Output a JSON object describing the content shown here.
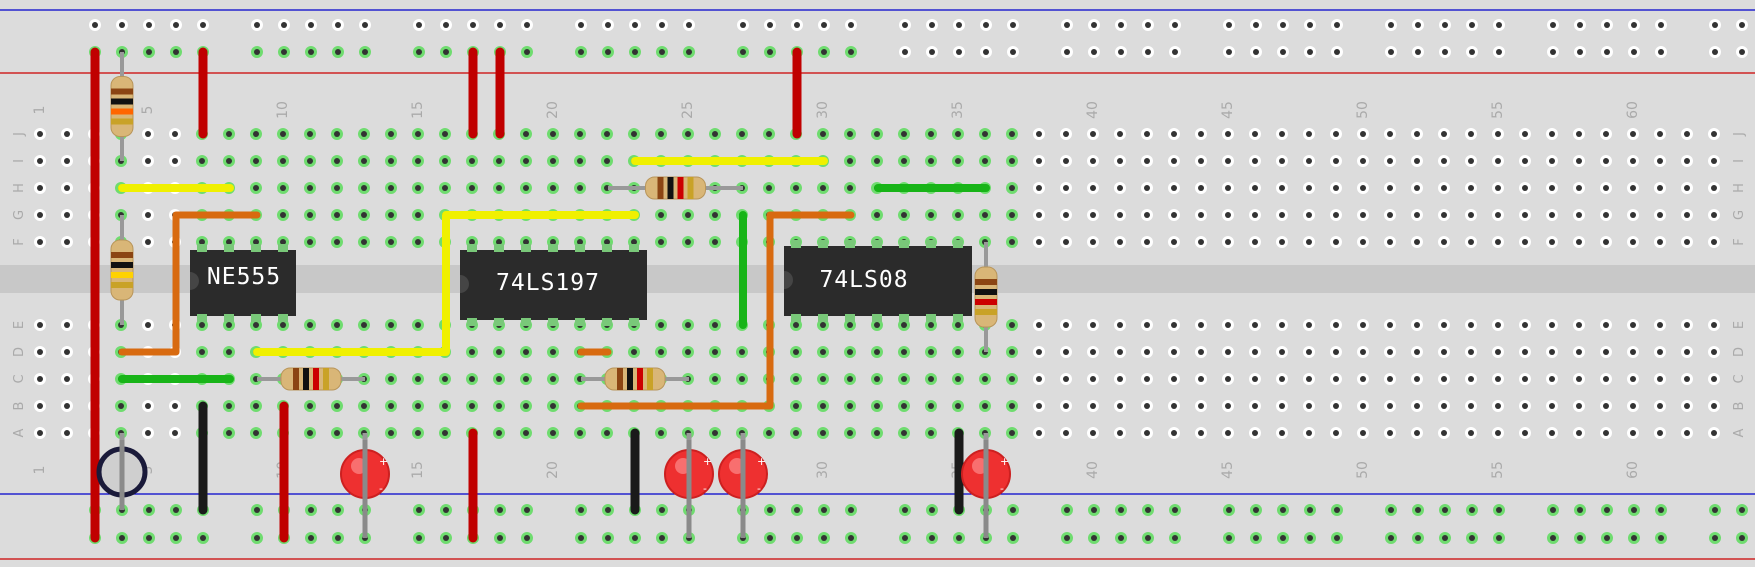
{
  "colors": {
    "board": "#dcdcdc",
    "board_edge": "#c8c8c8",
    "rail_blue": "#0000cc",
    "rail_red": "#cc0000",
    "hole": "#333333",
    "hole_ring_active": "#6fdc6f",
    "chip": "#2b2b2b",
    "chip_text": "#ffffff",
    "wire_red": "#c00000",
    "wire_black": "#1a1a1a",
    "wire_yellow": "#f0f000",
    "wire_orange": "#d86a10",
    "wire_green": "#18b418",
    "led_red": "#ee3030",
    "capacitor": "#1a1a3a"
  },
  "column_numbers": [
    "1",
    "5",
    "10",
    "15",
    "20",
    "25",
    "30",
    "35",
    "40",
    "45",
    "50",
    "55",
    "60"
  ],
  "top_rows": [
    "J",
    "I",
    "H",
    "G",
    "F"
  ],
  "bottom_rows": [
    "E",
    "D",
    "C",
    "B",
    "A"
  ],
  "chips": [
    {
      "name": "ne555",
      "label": "NE555"
    },
    {
      "name": "74ls197",
      "label": "74LS197"
    },
    {
      "name": "74ls08",
      "label": "74LS08"
    }
  ],
  "led_marks": {
    "plus": "+",
    "minus": "-"
  }
}
